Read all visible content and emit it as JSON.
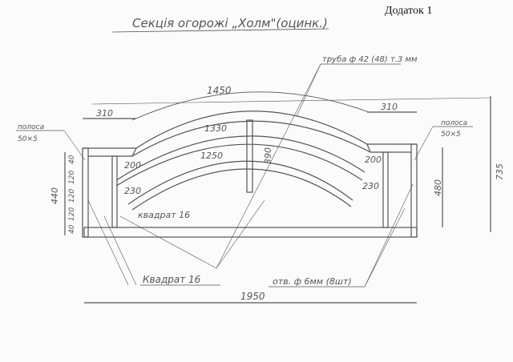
{
  "header": {
    "appendix": "Додаток 1",
    "title": "Секція огорожі „Холм\"(оцинк.)"
  },
  "callouts": {
    "pipe": "труба ф 42 (48) т.3 мм",
    "strip_left": [
      "полоса",
      "50×5"
    ],
    "strip_right": [
      "полоса",
      "50×5"
    ],
    "square_inner": "квадрат 16",
    "square_bottom": "Квадрат 16",
    "holes": "отв. ф 6мм (8шт)"
  },
  "dimensions": {
    "arc_length": "1450",
    "left_top": "310",
    "right_top": "310",
    "arc_1330": "1330",
    "arc_1250": "1250",
    "center_post": "390",
    "left_200": "200",
    "left_230": "230",
    "right_200": "200",
    "right_230": "230",
    "left_height": "440",
    "left_steps": [
      "40",
      "120",
      "120",
      "120",
      "40"
    ],
    "right_height": "480",
    "total_height": "735",
    "total_width": "1950"
  },
  "colors": {
    "line": "#555555",
    "paper": "#fbfbfb"
  }
}
